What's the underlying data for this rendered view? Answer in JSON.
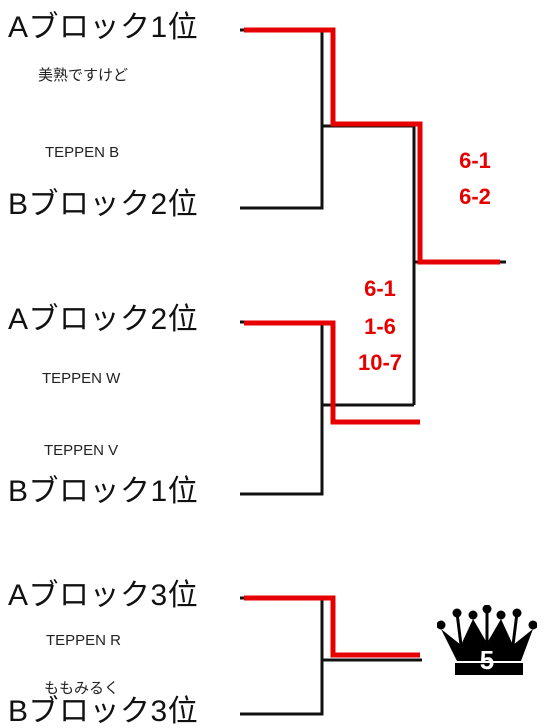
{
  "bracket": {
    "seeds": [
      {
        "label": "Aブロック1位"
      },
      {
        "label": "Bブロック2位"
      },
      {
        "label": "Aブロック2位"
      },
      {
        "label": "Bブロック1位"
      },
      {
        "label": "Aブロック3位"
      },
      {
        "label": "Bブロック3位"
      }
    ],
    "teams": [
      {
        "name": "美熟ですけど"
      },
      {
        "name": "TEPPEN B"
      },
      {
        "name": "TEPPEN W"
      },
      {
        "name": "TEPPEN V"
      },
      {
        "name": "TEPPEN R"
      },
      {
        "name": "ももみるく"
      }
    ],
    "scores": {
      "semi1": [
        "6-1",
        "6-2"
      ],
      "semi2": [
        "6-1",
        "1-6",
        "10-7"
      ]
    },
    "crown_number": "5"
  },
  "colors": {
    "winner_line": "#e60000",
    "bracket_line": "#111111",
    "score_text": "#e60000"
  }
}
